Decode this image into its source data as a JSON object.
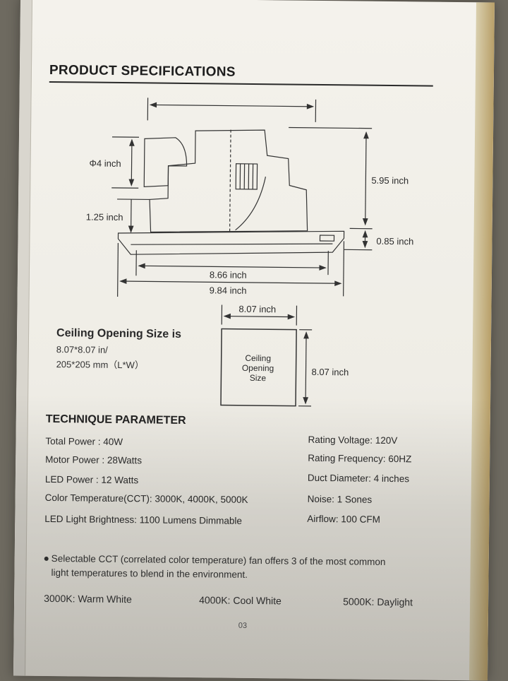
{
  "title": "PRODUCT SPECIFICATIONS",
  "diagram": {
    "labels": {
      "duct_diameter": "Φ4 inch",
      "height_total": "5.95 inch",
      "collar_height": "1.25 inch",
      "flange_height": "0.85 inch",
      "width_inner": "8.66 inch",
      "width_outer": "9.84 inch",
      "opening_width": "8.07 inch",
      "opening_height": "8.07 inch"
    },
    "opening_box": [
      "Ceiling",
      "Opening",
      "Size"
    ]
  },
  "ceiling_opening": {
    "heading": "Ceiling Opening Size is",
    "line1": "8.07*8.07 in/",
    "line2": "205*205 mm（L*W）"
  },
  "technique": {
    "heading": "TECHNIQUE PARAMETER",
    "left": [
      "Total Power : 40W",
      "Motor Power : 28Watts",
      "LED Power : 12 Watts",
      "Color Temperature(CCT): 3000K, 4000K, 5000K",
      "LED Light Brightness: 1100 Lumens Dimmable"
    ],
    "right": [
      "Rating Voltage: 120V",
      "Rating Frequency: 60HZ",
      "Duct Diameter: 4 inches",
      "Noise: 1 Sones",
      "Airflow: 100 CFM"
    ]
  },
  "bullet": {
    "line1": "Selectable CCT (correlated color temperature) fan offers 3 of the most common",
    "line2": "light temperatures to blend in the environment."
  },
  "cct_options": [
    "3000K: Warm White",
    "4000K: Cool White",
    "5000K: Daylight"
  ],
  "page_number": "03"
}
